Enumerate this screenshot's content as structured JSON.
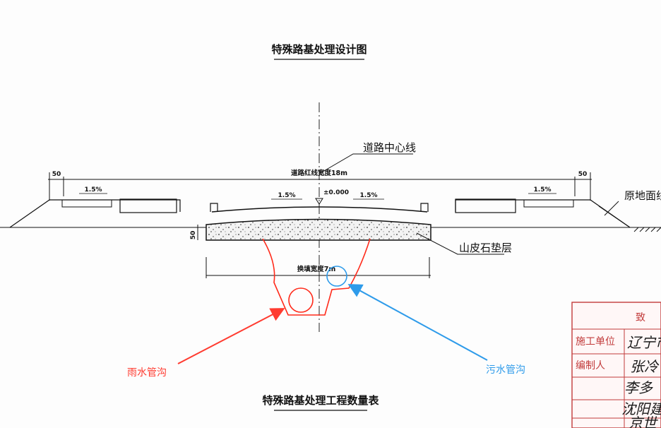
{
  "drawing": {
    "title": "特殊路基处理设计图",
    "table_title": "特殊路基处理工程数量表",
    "road_centerline_label": "道路中心线",
    "red_line_width_label": "道路红线宽度18m",
    "elevation_label": "±0.000",
    "slope_labels": [
      "1.5%",
      "1.5%",
      "1.5%",
      "1.5%"
    ],
    "dim_left": "50",
    "dim_right": "50",
    "dim_thickness": "50",
    "original_ground_label": "原地面线",
    "stone_layer_label": "山皮石垫层",
    "replacement_width_label": "换填宽度7m"
  },
  "annotations": {
    "rain_ditch": {
      "label": "雨水管沟",
      "color": "#ff3b30"
    },
    "sewage_ditch": {
      "label": "污水管沟",
      "color": "#2e9bea"
    }
  },
  "stamp": {
    "header": "致",
    "rows": [
      "施工单位",
      "编制人",
      "",
      ""
    ],
    "handwritten": [
      "辽宁市",
      "张冷",
      "李多",
      "沈阳建",
      "京世"
    ],
    "color": "#c23b3b"
  }
}
